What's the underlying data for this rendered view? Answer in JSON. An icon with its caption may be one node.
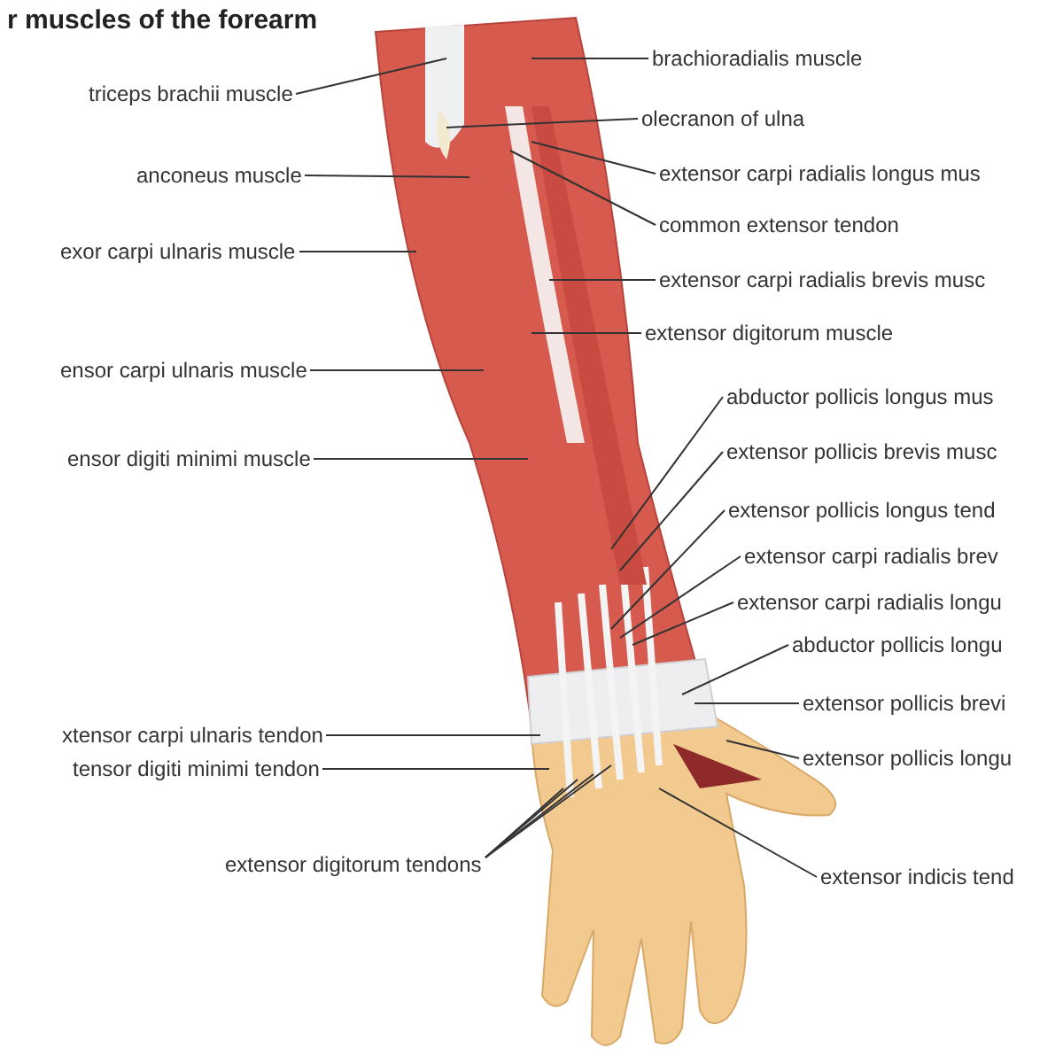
{
  "diagram": {
    "title": "r muscles of the forearm",
    "nodes": [
      {
        "text": [
          "triceps brachii muscle"
        ]
      },
      {
        "text": [
          "brachioradialis muscle"
        ]
      },
      {
        "text": [
          "olecranon of ulna"
        ]
      },
      {
        "text": [
          "anconeus muscle"
        ]
      },
      {
        "text": [
          "extensor carpi radialis longus mus"
        ]
      },
      {
        "text": [
          "common extensor tendon"
        ]
      },
      {
        "text": [
          "exor carpi ulnaris muscle"
        ]
      },
      {
        "text": [
          "extensor carpi radialis brevis musc"
        ]
      },
      {
        "text": [
          "extensor digitorum muscle"
        ]
      },
      {
        "text": [
          "ensor carpi ulnaris muscle"
        ]
      },
      {
        "text": [
          "abductor pollicis longus mus"
        ]
      },
      {
        "text": [
          "extensor pollicis brevis musc"
        ]
      },
      {
        "text": [
          "ensor digiti minimi muscle"
        ]
      },
      {
        "text": [
          "extensor pollicis longus tend"
        ]
      },
      {
        "text": [
          "extensor carpi radialis brev"
        ]
      },
      {
        "text": [
          "extensor carpi radialis longu"
        ]
      },
      {
        "text": [
          "abductor pollicis longu"
        ]
      },
      {
        "text": [
          "extensor pollicis brevi"
        ]
      },
      {
        "text": [
          "xtensor carpi ulnaris tendon"
        ]
      },
      {
        "text": [
          "extensor pollicis longu"
        ]
      },
      {
        "text": [
          "tensor digiti minimi tendon"
        ]
      },
      {
        "text": [
          "extensor digitorum tendons"
        ]
      },
      {
        "text": [
          "extensor indicis tend"
        ]
      }
    ],
    "edges": [
      {
        "from": 0,
        "to": null,
        "arrow": "none"
      },
      {
        "from": 1,
        "to": null,
        "arrow": "none"
      },
      {
        "from": 2,
        "to": null,
        "arrow": "none"
      },
      {
        "from": 3,
        "to": null,
        "arrow": "none"
      },
      {
        "from": 4,
        "to": null,
        "arrow": "none"
      },
      {
        "from": 5,
        "to": null,
        "arrow": "none"
      },
      {
        "from": 6,
        "to": null,
        "arrow": "none"
      },
      {
        "from": 7,
        "to": null,
        "arrow": "none"
      },
      {
        "from": 8,
        "to": null,
        "arrow": "none"
      },
      {
        "from": 9,
        "to": null,
        "arrow": "none"
      },
      {
        "from": 10,
        "to": null,
        "arrow": "none"
      },
      {
        "from": 11,
        "to": null,
        "arrow": "none"
      },
      {
        "from": 12,
        "to": null,
        "arrow": "none"
      },
      {
        "from": 13,
        "to": null,
        "arrow": "none"
      },
      {
        "from": 14,
        "to": null,
        "arrow": "none"
      },
      {
        "from": 15,
        "to": null,
        "arrow": "none"
      },
      {
        "from": 16,
        "to": null,
        "arrow": "none"
      },
      {
        "from": 17,
        "to": null,
        "arrow": "none"
      },
      {
        "from": 18,
        "to": null,
        "arrow": "none"
      },
      {
        "from": 19,
        "to": null,
        "arrow": "none"
      },
      {
        "from": 20,
        "to": null,
        "arrow": "none"
      },
      {
        "from": 21,
        "to": null,
        "arrow": "none"
      },
      {
        "from": 21,
        "to": null,
        "arrow": "none"
      },
      {
        "from": 21,
        "to": null,
        "arrow": "none"
      },
      {
        "from": 21,
        "to": null,
        "arrow": "none"
      },
      {
        "from": 22,
        "to": null,
        "arrow": "none"
      }
    ]
  }
}
